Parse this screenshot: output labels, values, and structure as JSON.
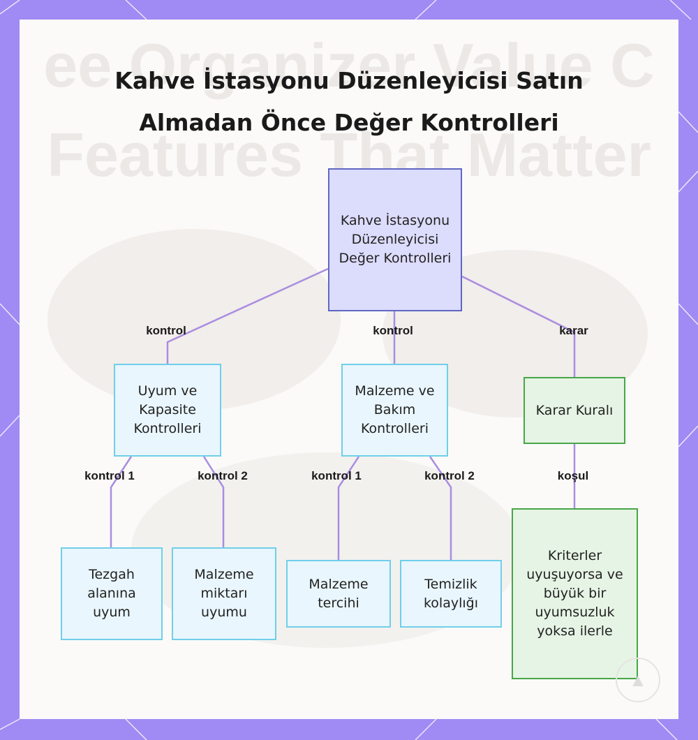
{
  "title_lines": [
    "Kahve İstasyonu Düzenleyicisi Satın",
    "Almadan Önce Değer Kontrolleri"
  ],
  "watermark_lines": [
    "ee Organizer Value C",
    "Features That Matter"
  ],
  "nodes": {
    "root": "Kahve İstasyonu Düzenleyicisi Değer Kontrolleri",
    "fit": "Uyum ve Kapasite Kontrolleri",
    "material": "Malzeme ve Bakım Kontrolleri",
    "decision": "Karar Kuralı",
    "counter": "Tezgah alanına uyum",
    "quantity": "Malzeme miktarı uyumu",
    "preference": "Malzeme tercihi",
    "cleaning": "Temizlik kolaylığı",
    "criteria": "Kriterler uyuşuyorsa ve büyük bir uyumsuzluk yoksa ilerle"
  },
  "edge_labels": {
    "root_fit": "kontrol",
    "root_material": "kontrol",
    "root_decision": "karar",
    "fit_counter": "kontrol 1",
    "fit_quantity": "kontrol 2",
    "material_preference": "kontrol 1",
    "material_cleaning": "kontrol 2",
    "decision_criteria": "koşul"
  },
  "colors": {
    "frame": "#a08af3",
    "edge": "#a98de0",
    "root_fill": "#dcdcfd",
    "root_border": "#5f67c3",
    "blue_fill": "#e9f6fd",
    "blue_border": "#6fcfe9",
    "green_fill": "#e6f4e5",
    "green_border": "#47a647"
  }
}
